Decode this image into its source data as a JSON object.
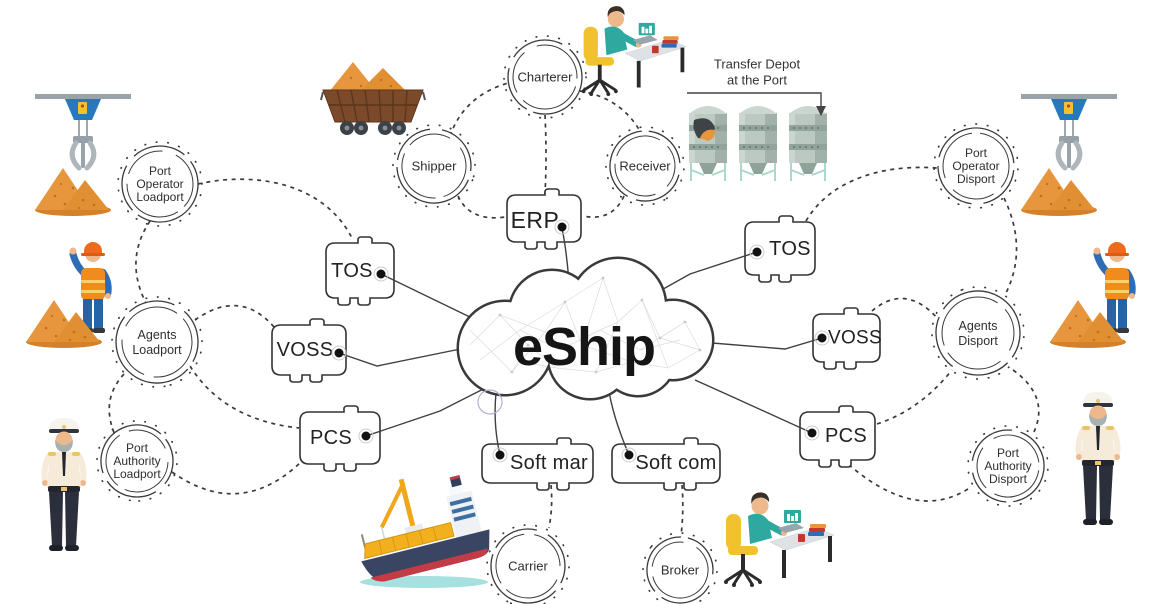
{
  "diagram": {
    "cloud_label": "eShip",
    "annotation": {
      "line1": "Transfer Depot",
      "line2": "at the Port"
    },
    "boxes": {
      "erp": "ERP",
      "tos_left": "TOS",
      "voss_left": "VOSS",
      "pcs_left": "PCS",
      "tos_right": "TOS",
      "voss_right": "VOSS",
      "pcs_right": "PCS",
      "soft_mar": "Soft mar",
      "soft_com": "Soft com"
    },
    "circles": {
      "charterer": {
        "l1": "Charterer"
      },
      "shipper": {
        "l1": "Shipper"
      },
      "receiver": {
        "l1": "Receiver"
      },
      "port_operator_loadport": {
        "l1": "Port",
        "l2": "Operator",
        "l3": "Loadport"
      },
      "agents_loadport": {
        "l1": "Agents",
        "l2": "Loadport"
      },
      "port_authority_loadport": {
        "l1": "Port",
        "l2": "Authority",
        "l3": "Loadport"
      },
      "port_operator_disport": {
        "l1": "Port",
        "l2": "Operator",
        "l3": "Disport"
      },
      "agents_disport": {
        "l1": "Agents",
        "l2": "Disport"
      },
      "port_authority_disport": {
        "l1": "Port",
        "l2": "Authority",
        "l3": "Disport"
      },
      "carrier": {
        "l1": "Carrier"
      },
      "broker": {
        "l1": "Broker"
      }
    },
    "icons": [
      "grab-crane",
      "bulk-cargo-pile",
      "port-worker",
      "ship-captain",
      "ore-wagon",
      "storage-silos",
      "cargo-ship",
      "office-worker-desk"
    ],
    "connections": {
      "solid": [
        "ERP-eShip",
        "TOS left-eShip",
        "VOSS left-eShip",
        "PCS left-eShip",
        "TOS right-eShip",
        "VOSS right-eShip",
        "PCS right-eShip",
        "Soft mar-eShip",
        "Soft com-eShip"
      ],
      "dashed": [
        "Shipper-Charterer",
        "Charterer-ERP",
        "Shipper-ERP",
        "Receiver-ERP",
        "Charterer-Receiver",
        "Port Operator Loadport-TOS left",
        "Port Operator Loadport-Agents Loadport",
        "Agents Loadport-VOSS left",
        "Agents Loadport-PCS left",
        "Agents Loadport-Port Authority Loadport",
        "Port Authority Loadport-PCS left",
        "TOS right-Port Operator Disport",
        "Port Operator Disport-Agents Disport",
        "VOSS right-Agents Disport",
        "PCS right-Agents Disport",
        "Agents Disport-Port Authority Disport",
        "Port Authority Disport-PCS right",
        "Soft mar-Carrier",
        "Soft com-Broker"
      ]
    },
    "colors": {
      "outline": "#3A3A3A",
      "cargo_orange": "#E8963E",
      "crane_blue": "#2878BE",
      "vest_orange": "#F08C1E",
      "chair_yellow": "#F2C12E",
      "shirt_teal": "#2FA8A0",
      "hull_navy": "#3A4563",
      "hull_red": "#C23B45",
      "deck_yellow": "#F2B01F",
      "silo_grey": "#BCC9C2",
      "accent_circle": "#AFAFD8"
    }
  }
}
